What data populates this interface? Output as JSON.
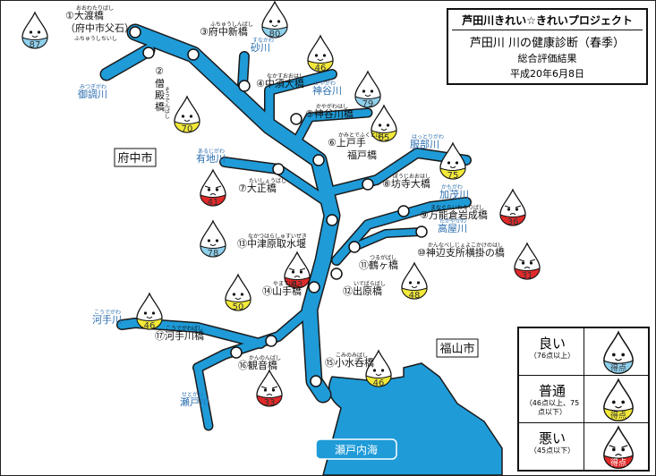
{
  "title": {
    "line1": "芦田川きれい☆きれいプロジェクト",
    "line2": "芦田川 川の健康診断（春季）",
    "line3": "総合評価結果",
    "line4": "平成20年6月8日"
  },
  "cities": [
    {
      "name": "府中市"
    },
    {
      "name": "福山市"
    }
  ],
  "sea": {
    "name": "瀬戸内海"
  },
  "rivers": [
    {
      "ruby": "みつぎがわ",
      "name": "御調川"
    },
    {
      "ruby": "すなかわ",
      "name": "砂川"
    },
    {
      "ruby": "かやがわ",
      "name": "神谷川"
    },
    {
      "ruby": "はっとりがわ",
      "name": "服部川"
    },
    {
      "ruby": "あるじがわ",
      "name": "有地川"
    },
    {
      "ruby": "かもがわ",
      "name": "加茂川"
    },
    {
      "ruby": "たかやがわ",
      "name": "高屋川"
    },
    {
      "ruby": "こうでがわ",
      "name": "河手川"
    },
    {
      "ruby": "せとがわ",
      "name": "瀬戸川"
    }
  ],
  "stations": [
    {
      "num": "①",
      "ruby": "おおわたりばし",
      "name": "大渡橋",
      "note": "（府中市父石）",
      "note_ruby": "ふちゅうしちいし",
      "score": "87",
      "grade": "good"
    },
    {
      "num": "②",
      "ruby": "そうでんばし",
      "name": "僧殿橋",
      "score": "70",
      "grade": "fair"
    },
    {
      "num": "③",
      "ruby": "ふちゅうしんばし",
      "name": "府中新橋",
      "score": "80",
      "grade": "good"
    },
    {
      "num": "④",
      "ruby": "なかすおおはし",
      "name": "中須大橋",
      "score": "46",
      "grade": "fair"
    },
    {
      "num": "⑤",
      "ruby": "かやがわはし",
      "name": "神谷川橋",
      "score": "79",
      "grade": "good"
    },
    {
      "num": "⑥",
      "ruby": "かみとでふくとばし",
      "name": "上戸手",
      "name2": "福戸橋",
      "score": "65",
      "grade": "fair"
    },
    {
      "num": "⑦",
      "ruby": "たいしょうばし",
      "name": "大正橋",
      "score": "41",
      "grade": "bad"
    },
    {
      "num": "⑧",
      "ruby": "ぼうじおおはし",
      "name": "坊寺大橋",
      "score": "75",
      "grade": "fair"
    },
    {
      "num": "⑨",
      "ruby": "まなぐらいわなりばし",
      "name": "万能倉岩成橋",
      "score": "36",
      "grade": "bad"
    },
    {
      "num": "⑩",
      "ruby": "かんなべしじょよこかけのはし",
      "name": "神辺支所横掛の橋",
      "score": "31",
      "grade": "bad"
    },
    {
      "num": "⑪",
      "ruby": "つるがばし",
      "name": "鶴ヶ橋",
      "score": "43",
      "grade": "bad"
    },
    {
      "num": "⑫",
      "ruby": "いでばらばし",
      "name": "出原橋",
      "score": "48",
      "grade": "fair"
    },
    {
      "num": "⑬",
      "ruby": "なかつはらしゅすいぜき",
      "name": "中津原取水堰",
      "score": "78",
      "grade": "good"
    },
    {
      "num": "⑭",
      "ruby": "やまてばし",
      "name": "山手橋",
      "score": "50",
      "grade": "fair"
    },
    {
      "num": "⑮",
      "ruby": "こみのみばし",
      "name": "小水呑橋",
      "score": "46",
      "grade": "fair"
    },
    {
      "num": "⑯",
      "ruby": "かんのんばし",
      "name": "観音橋",
      "score": "33",
      "grade": "bad"
    },
    {
      "num": "⑰",
      "ruby": "こうでがわばし",
      "name": "河手川橋",
      "score": "46",
      "grade": "fair"
    }
  ],
  "legend": [
    {
      "label": "良い",
      "sub": "（76点以上）",
      "badge": "得点",
      "grade": "good"
    },
    {
      "label": "普通",
      "sub": "（46点以上、75点以下）",
      "badge": "得点",
      "grade": "fair"
    },
    {
      "label": "悪い",
      "sub": "（45点以下）",
      "badge": "得点",
      "grade": "bad"
    }
  ],
  "colors": {
    "river": "#1f9bd8",
    "river_outline": "#1a1a1a",
    "good": "#8fd0ec",
    "fair": "#f2e93a",
    "bad": "#e02a2a",
    "label_blue": "#2d6fb0"
  }
}
